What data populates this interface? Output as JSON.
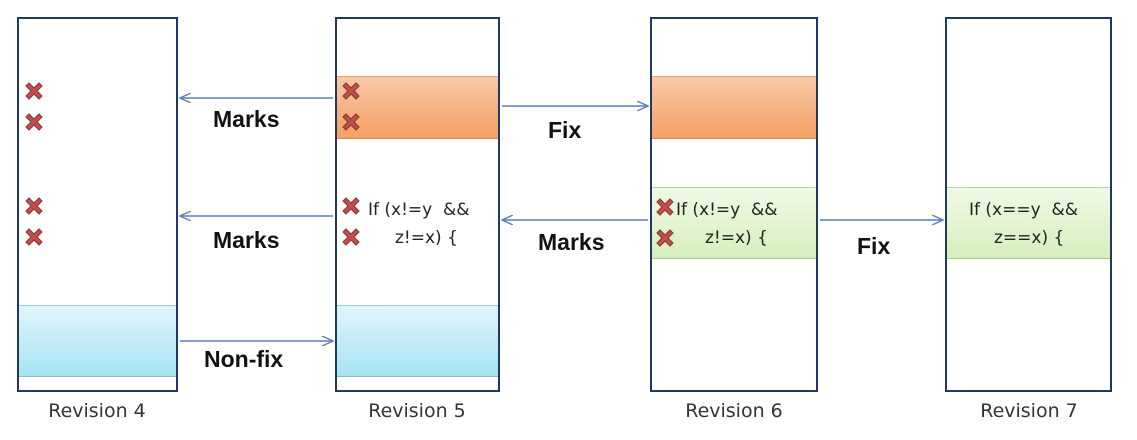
{
  "revisions": [
    {
      "label": "Revision 4"
    },
    {
      "label": "Revision 5",
      "code": [
        "If (x!=y  &&",
        "z!=x) {"
      ]
    },
    {
      "label": "Revision 6",
      "code": [
        "If (x!=y  &&",
        "z!=x) {"
      ]
    },
    {
      "label": "Revision 7",
      "code": [
        "If (x==y  &&",
        "z==x) {"
      ]
    }
  ],
  "edges": {
    "marks_top": "Marks",
    "marks_mid": "Marks",
    "non_fix": "Non-fix",
    "fix_top": "Fix",
    "marks_r6": "Marks",
    "fix_r7": "Fix"
  },
  "colors": {
    "border": "#1f3864",
    "arrow": "#5b7fb8",
    "mark": "#c0504d",
    "orange_band": "#f4a063",
    "blue_band": "#a8e3f3",
    "green_band": "#d6efbe"
  }
}
